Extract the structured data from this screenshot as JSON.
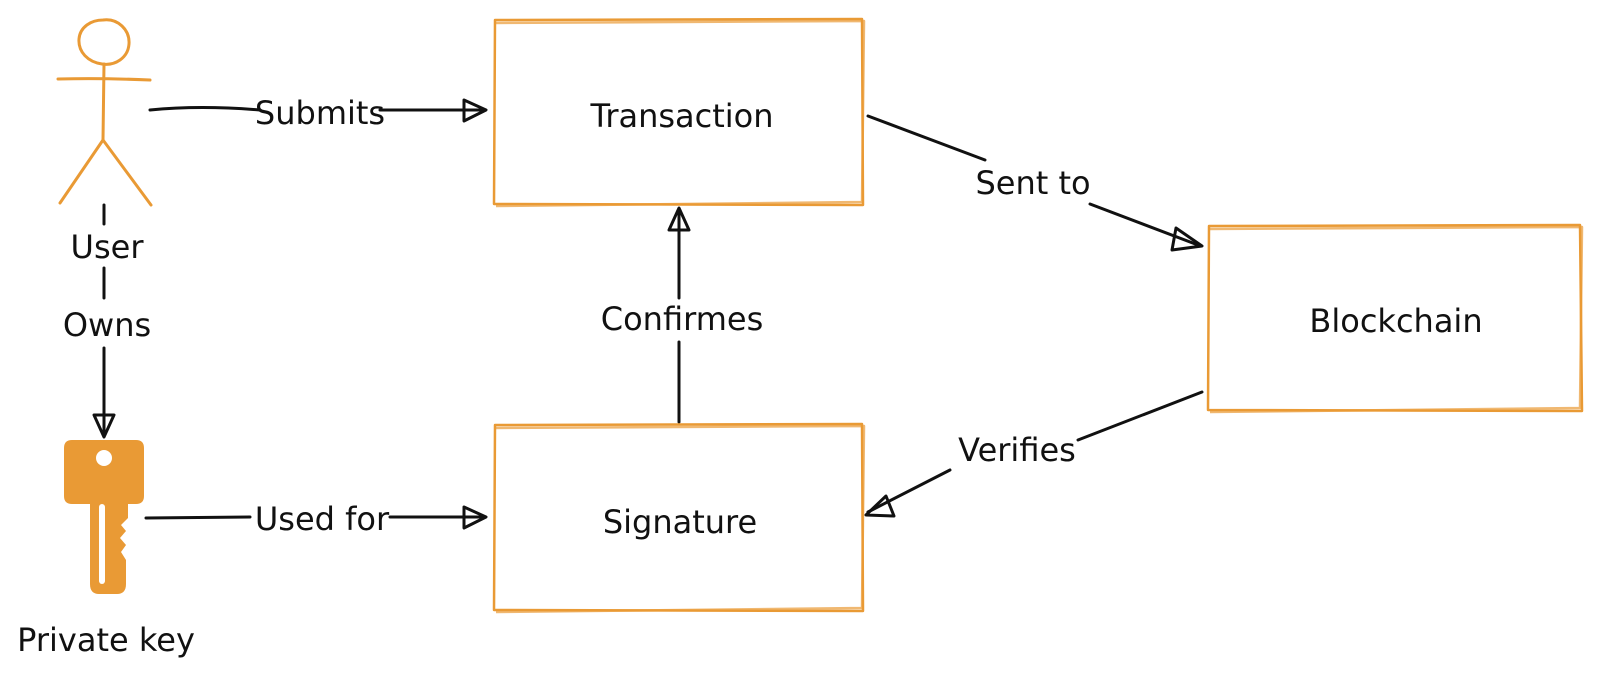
{
  "colors": {
    "accent": "#E99A35",
    "ink": "#111111",
    "background": "#FFFFFF"
  },
  "nodes": {
    "transaction": {
      "label": "Transaction"
    },
    "signature": {
      "label": "Signature"
    },
    "blockchain": {
      "label": "Blockchain"
    },
    "user": {
      "label": "User",
      "icon": "user-icon"
    },
    "private_key": {
      "label": "Private key",
      "icon": "key-icon"
    }
  },
  "edges": {
    "user_to_transaction": {
      "label": "Submits"
    },
    "transaction_to_blockchain": {
      "label": "Sent to"
    },
    "user_to_private_key": {
      "label": "Owns"
    },
    "signature_to_transaction": {
      "label": "Confirmes"
    },
    "private_key_to_signature": {
      "label": "Used for"
    },
    "blockchain_to_signature": {
      "label": "Verifies"
    }
  }
}
